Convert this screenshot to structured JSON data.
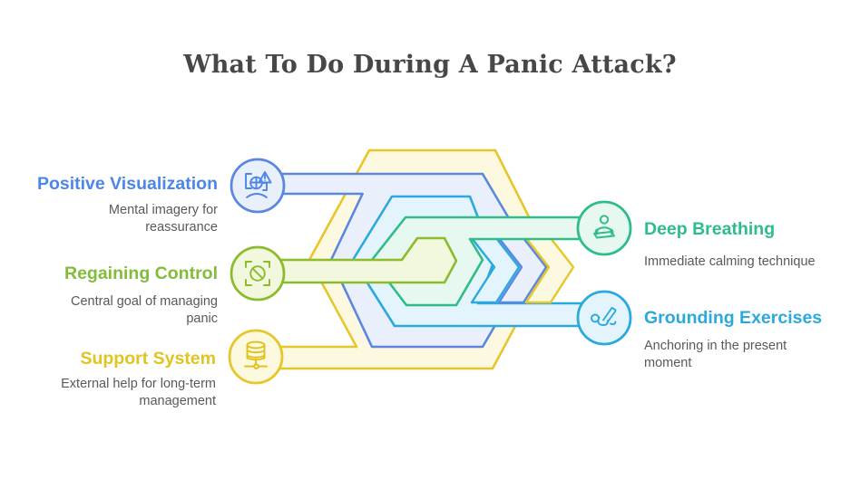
{
  "title": "What To Do During A Panic Attack?",
  "items": [
    {
      "id": "positive-visualization",
      "label": "Positive Visualization",
      "description": "Mental imagery for reassurance",
      "color": "#4C86E8",
      "fill": "#EAF0FB",
      "icon": "face-alert-icon",
      "side": "left"
    },
    {
      "id": "regaining-control",
      "label": "Regaining Control",
      "description": "Central goal of managing panic",
      "color": "#8CBB2B",
      "fill": "#F2F8DE",
      "icon": "focus-no-entry-icon",
      "side": "left"
    },
    {
      "id": "support-system",
      "label": "Support System",
      "description": "External help for long-term management",
      "color": "#E6C62A",
      "fill": "#FDF9E1",
      "icon": "database-network-icon",
      "side": "left"
    },
    {
      "id": "deep-breathing",
      "label": "Deep Breathing",
      "description": "Immediate calming technique",
      "color": "#2EBD89",
      "fill": "#E6F8F0",
      "icon": "meditation-icon",
      "side": "right"
    },
    {
      "id": "grounding-exercises",
      "label": "Grounding Exercises",
      "description": "Anchoring in the present moment",
      "color": "#2BA9DF",
      "fill": "#E4F4FC",
      "icon": "legs-raised-icon",
      "side": "right"
    }
  ],
  "colors": {
    "title_text": "#474747",
    "description_text": "#595959",
    "hex_yellow_stroke": "#E6C62A",
    "hex_yellow_fill": "#FDF9E1",
    "hex_blue_stroke": "#5B87E0",
    "hex_blue_fill": "#EAF0FB",
    "hex_cyan_stroke": "#2BA9DF",
    "hex_cyan_fill": "#E4F4FC",
    "hex_green_stroke": "#2EBD89",
    "hex_green_fill": "#E6F8F0",
    "hex_olive_stroke": "#8CBB2B",
    "hex_olive_fill": "#F2F8DE",
    "background": "#FFFFFF"
  }
}
